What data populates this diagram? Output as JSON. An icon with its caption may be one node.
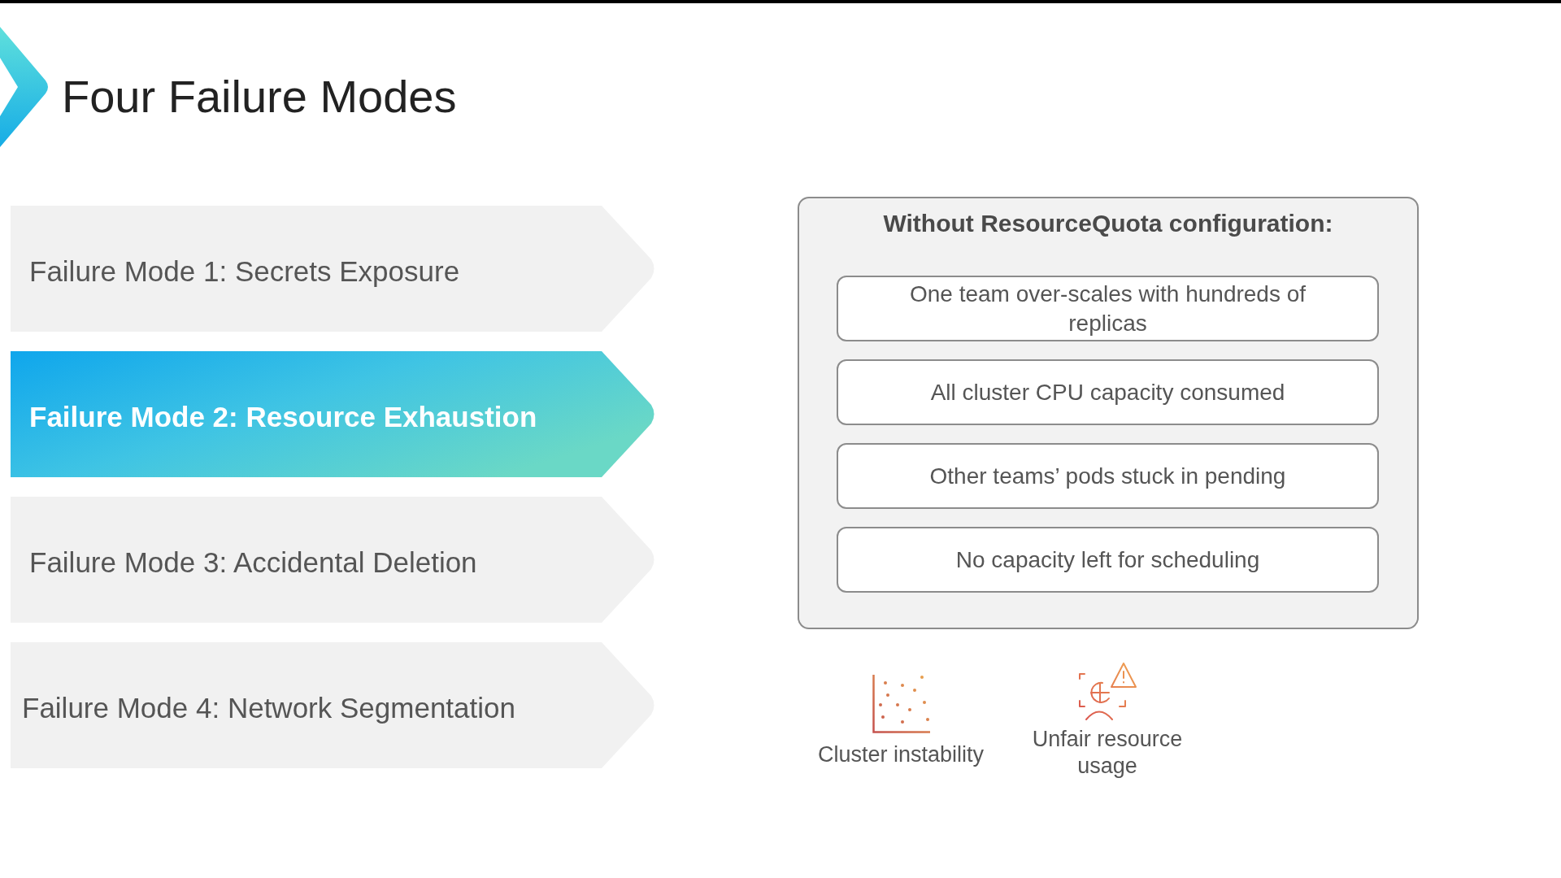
{
  "diagram": {
    "title": "Four Failure Modes",
    "nodes": [
      {
        "text": [
          "Failure Mode 1: Secrets Exposure"
        ]
      },
      {
        "text": [
          "Failure Mode 2: Resource Exhaustion"
        ]
      },
      {
        "text": [
          "Failure Mode 3: Accidental Deletion"
        ]
      },
      {
        "text": [
          "Failure Mode 4: Network Segmentation"
        ]
      },
      {
        "text": [
          "Without ResourceQuota configuration:"
        ]
      },
      {
        "text": [
          "One team over-scales with hundreds of replicas"
        ],
        "in": 4
      },
      {
        "text": [
          "All cluster CPU capacity consumed"
        ],
        "in": 4
      },
      {
        "text": [
          "Other teams’ pods stuck in pending"
        ],
        "in": 4
      },
      {
        "text": [
          "No capacity left for scheduling"
        ],
        "in": 4
      }
    ],
    "labels": [
      "Cluster instability",
      "Unfair resource usage"
    ]
  }
}
